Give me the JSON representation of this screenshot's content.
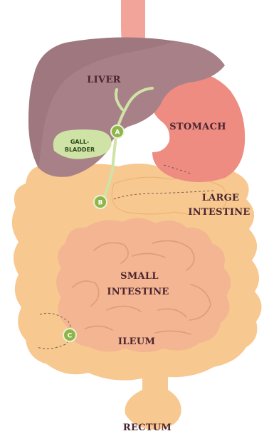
{
  "labels": {
    "liver": "LIVER",
    "stomach": "STOMACH",
    "gallbladder_line1": "GALL-",
    "gallbladder_line2": "BLADDER",
    "large_intestine_line1": "LARGE",
    "large_intestine_line2": "INTESTINE",
    "small_intestine_line1": "SMALL",
    "small_intestine_line2": "INTESTINE",
    "ileum": "ILEUM",
    "rectum": "RECTUM"
  },
  "markers": [
    {
      "id": "A"
    },
    {
      "id": "B"
    },
    {
      "id": "C"
    }
  ],
  "colors": {
    "liver": "#a88088",
    "liver_dark": "#8e6670",
    "stomach": "#ee8c82",
    "esophagus": "#f2a49b",
    "large_intestine": "#f7c88f",
    "small_intestine": "#f3b592",
    "bile_duct": "#cfe3a6",
    "marker_fill": "#8fb54a",
    "marker_ring": "#e9f2d3",
    "label_text": "#4a2530"
  }
}
